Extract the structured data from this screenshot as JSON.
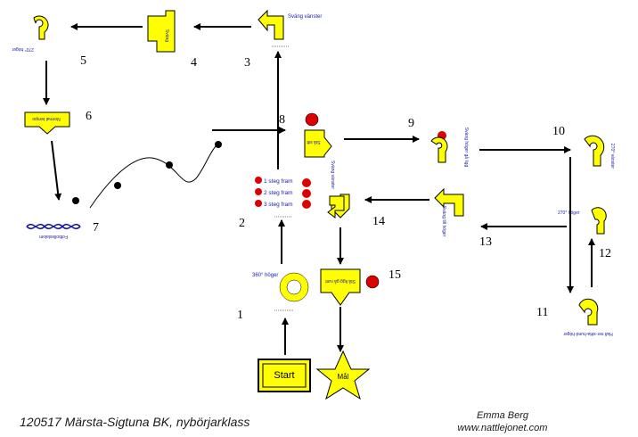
{
  "footer": {
    "title": "120517 Märsta-Sigtuna BK, nybörjarklass",
    "author": "Emma Berg",
    "website": "www.nattlejonet.com"
  },
  "signs": {
    "start_label": "Start",
    "goal_label": "Mål",
    "s1_label": "360° höger",
    "s2_steps": [
      "1 steg fram",
      "2 steg fram",
      "3 steg fram"
    ],
    "s3_label": "Sväng vänster",
    "s4_label": "Sväng",
    "s5_label": "270° höger",
    "s6_label": "Normal tempo",
    "s7_label": "Fotbollsslalom",
    "s8_label": "Stå sitt",
    "s9_label": "Sväng höger gå ligg",
    "s10_label": "270° vänster",
    "s11_label": "Halt ner-sitta-hund-höger",
    "s12_label": "270° höger",
    "s13_label": "Sväng till höger",
    "s14_label": "Sväng vänster",
    "s15_label": "Stå ligg gå runt"
  },
  "numbers": [
    "1",
    "2",
    "3",
    "4",
    "5",
    "6",
    "7",
    "8",
    "9",
    "10",
    "11",
    "12",
    "13",
    "14",
    "15"
  ],
  "colors": {
    "sign_yellow": "#ffff00",
    "stop_red": "#dd0000",
    "text_blue": "#1a1aa6"
  }
}
